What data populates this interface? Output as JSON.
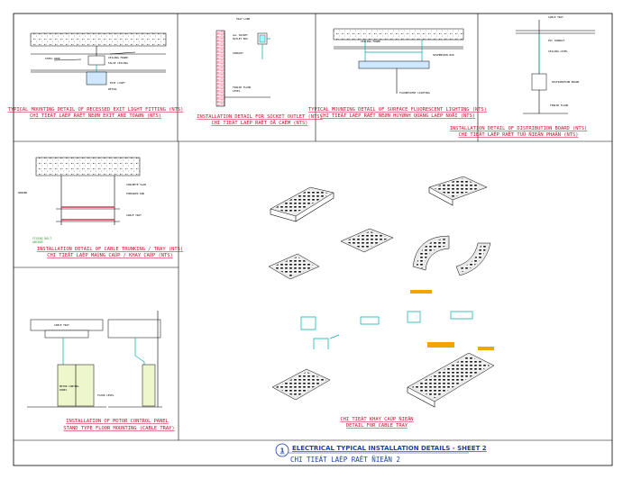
{
  "captions": {
    "p1_en": "TYPICAL MOUNTING DETAIL OF RECESSED EXIT LIGHT FITTING (NTS)",
    "p1_vi": "CHI TIEÁT LAÉP RAËT ÑEØN EXIT ANI TOAØN (NTS)",
    "p2_en": "INSTALLATION DETAIL FOR SOCKET OUTLET (NTS)",
    "p2_vi": "CHI TIEÁT LAÉP RAËT OÅ CAÉM (NTS)",
    "p3_en": "TYPICAL MOUNTING DETAIL OF SURFACE FLUORESCENT LIGHTING (NTS)",
    "p3_vi": "CHI TIEÁT LAÉP RAËT ÑEØN HUYØNH QUANG LAÉP NOÅI (NTS)",
    "p4_en": "INSTALLATION DETAIL OF DISTRIBUTION BOARD (NTS)",
    "p4_vi": "CHI TIEÁT LAÉP RAËT TUÛ ÑIEÄN PHAÂN (NTS)",
    "p5_en": "INSTALLATION DETAIL OF CABLE TRUNKING / TRAY (NTS)",
    "p5_vi": "CHI TIEÁT LAÉP MAÙNG CAÙP / KHAY CAÙP (NTS)",
    "p6_en": "INSTALLATION OF MOTOR CONTROL PANEL",
    "p6_sub": "STAND TYPE FLOOR MOUNTING (CABLE TRAY)",
    "p7_vi": "CHI TIEÁT KHAY CAÙP ÑIEÄN",
    "p7_en": "DETAIL FOR CABLE TRAY"
  },
  "title_block": {
    "number": "1",
    "main": "ELECTRICAL TYPICAL INSTALLATION DETAILS - SHEET 2",
    "sub": "CHI TIEÁT LAÉP RAËT ÑIEÄN 2"
  },
  "colors": {
    "caption_red": "#c8102e",
    "caption_blue": "#1a3fb5",
    "annotation_green": "#2e9e2e",
    "conduit_cyan": "#00aaaa"
  }
}
